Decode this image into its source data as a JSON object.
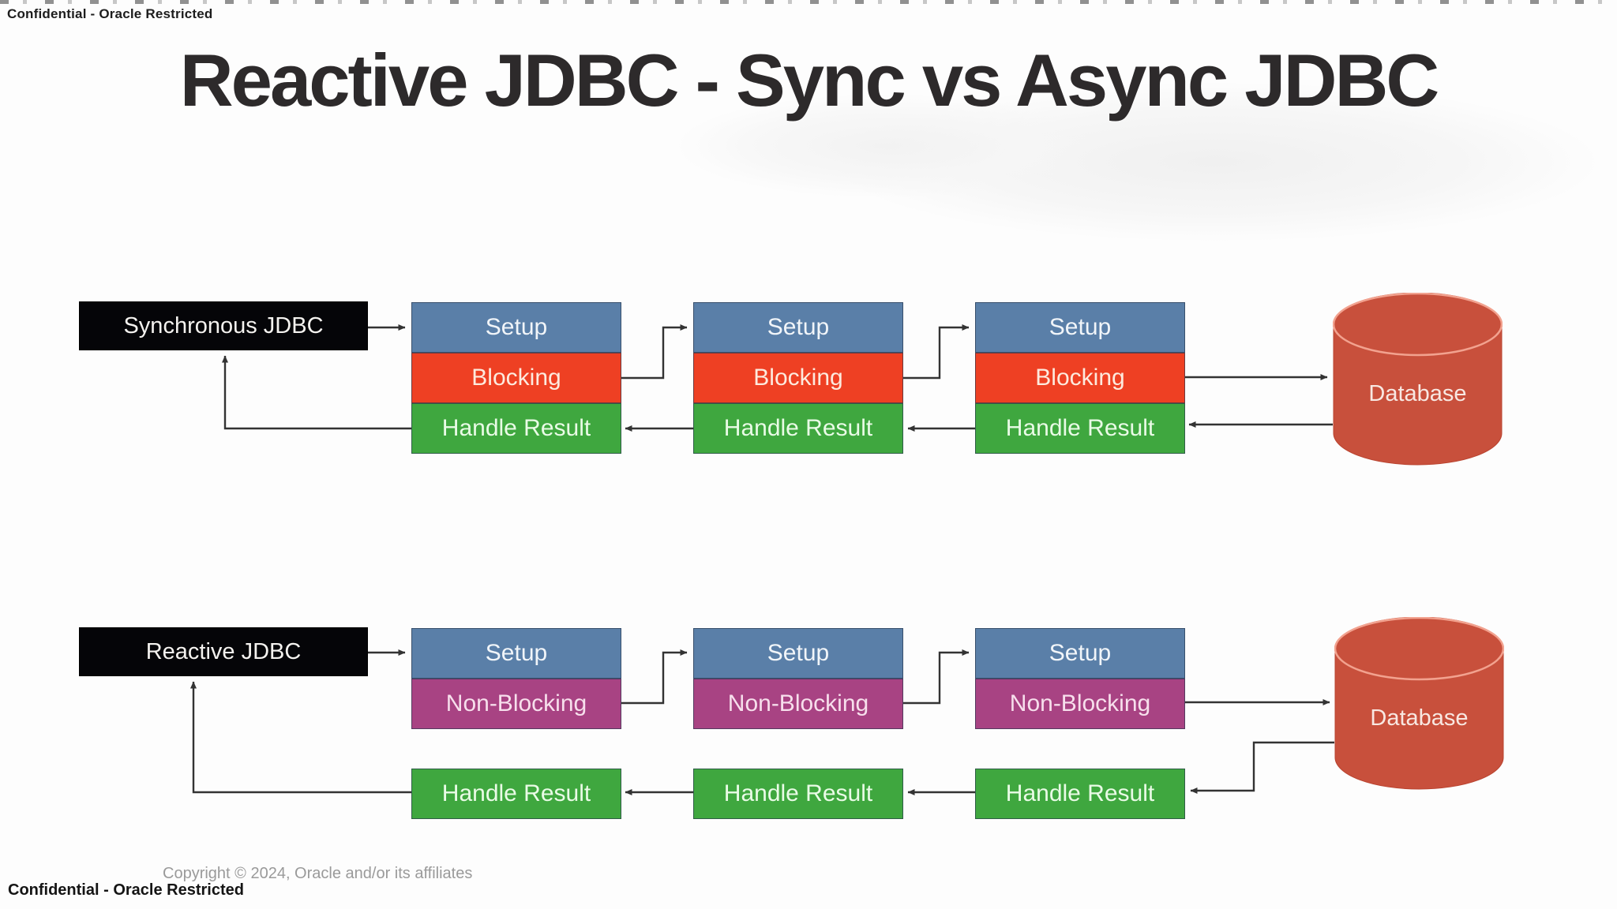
{
  "header": {
    "classification": "Confidential - Oracle Restricted",
    "title": "Reactive JDBC - Sync vs Async JDBC"
  },
  "sync_flow": {
    "label": "Synchronous JDBC",
    "database": "Database",
    "stages": [
      {
        "setup": "Setup",
        "work": "Blocking",
        "result": "Handle Result"
      },
      {
        "setup": "Setup",
        "work": "Blocking",
        "result": "Handle Result"
      },
      {
        "setup": "Setup",
        "work": "Blocking",
        "result": "Handle Result"
      }
    ]
  },
  "reactive_flow": {
    "label": "Reactive JDBC",
    "database": "Database",
    "stages": [
      {
        "setup": "Setup",
        "work": "Non-Blocking",
        "result": "Handle Result"
      },
      {
        "setup": "Setup",
        "work": "Non-Blocking",
        "result": "Handle Result"
      },
      {
        "setup": "Setup",
        "work": "Non-Blocking",
        "result": "Handle Result"
      }
    ]
  },
  "footer": {
    "copyright": "Copyright © 2024, Oracle and/or its affiliates",
    "classification": "Confidential - Oracle Restricted"
  },
  "colors": {
    "setup_blue": "#5a7fa8",
    "blocking_orange": "#ee4023",
    "nonblocking_purple": "#a84383",
    "result_green": "#3fa73f",
    "database_red": "#c8503c",
    "label_black": "#050508",
    "connector": "#333333"
  }
}
